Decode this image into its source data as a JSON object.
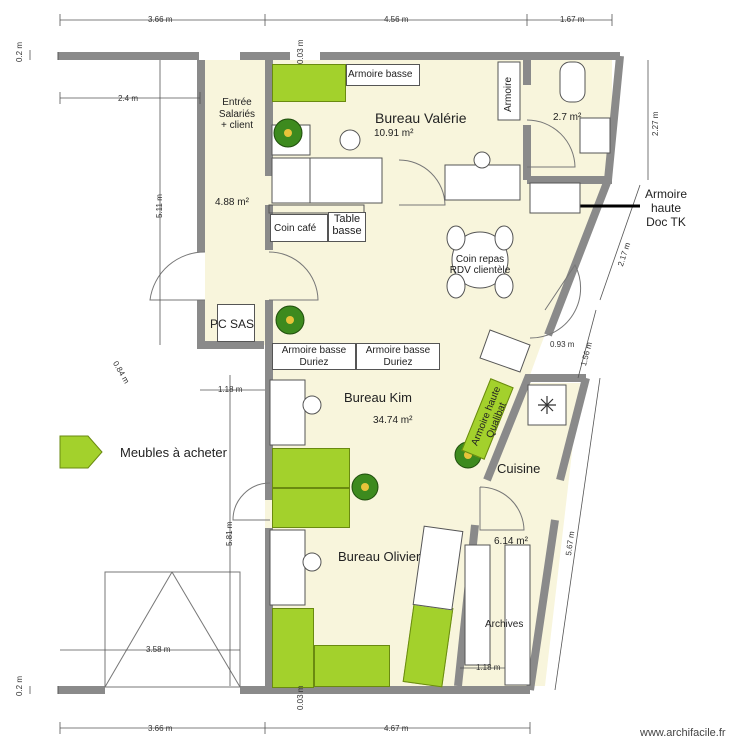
{
  "dimensions": {
    "top_left": "3.66 m",
    "top_mid": "4.56 m",
    "top_right": "1.67 m",
    "left_02_top": "0.2 m",
    "entry_24": "2.4 m",
    "left_511": "5.11 m",
    "top_003": "0.03 m",
    "right_227": "2.27 m",
    "right_217": "2.17 m",
    "diag_093": "0.93 m",
    "right_156": "1.56 m",
    "left_084": "0.84 m",
    "left_118": "1.18 m",
    "left_581": "5.81 m",
    "right_567": "5.67 m",
    "garage_358": "3.58 m",
    "archive_118": "1.18 m",
    "left_02_bottom": "0.2 m",
    "bottom_003": "0.03 m",
    "bottom_left": "3.66 m",
    "bottom_right": "4.67 m"
  },
  "rooms": {
    "entree": "Entrée\nSalariés\n+ client",
    "entree_area": "4.88 m²",
    "bureau_valerie": "Bureau Valérie",
    "bureau_valerie_area": "10.91 m²",
    "wc_area": "2.7 m²",
    "bureau_kim": "Bureau Kim",
    "main_area": "34.74 m²",
    "bureau_olivier": "Bureau Olivier",
    "cuisine": "Cuisine",
    "cuisine_area": "6.14 m²",
    "archives": "Archives"
  },
  "furniture": {
    "armoire_basse": "Armoire basse",
    "armoire": "Armoire",
    "armoire_haute_doc": "Armoire\nhaute\nDoc TK",
    "table_basse": "Table\nbasse",
    "coin_cafe": "Coin café",
    "coin_repas": "Coin repas\nRDV clientèle",
    "pc_sas": "PC SAS",
    "armoire_basse_duriez_1": "Armoire basse\nDuriez",
    "armoire_basse_duriez_2": "Armoire basse\nDuriez",
    "armoire_haute_qualibat": "Armoire haute\nQualibat"
  },
  "legend": {
    "meubles_a_acheter": "Meubles à acheter"
  },
  "watermark": "www.archifacile.fr",
  "colors": {
    "floor": "#f8f5dc",
    "wall": "#8a8a8a",
    "green": "#a3d12c"
  }
}
